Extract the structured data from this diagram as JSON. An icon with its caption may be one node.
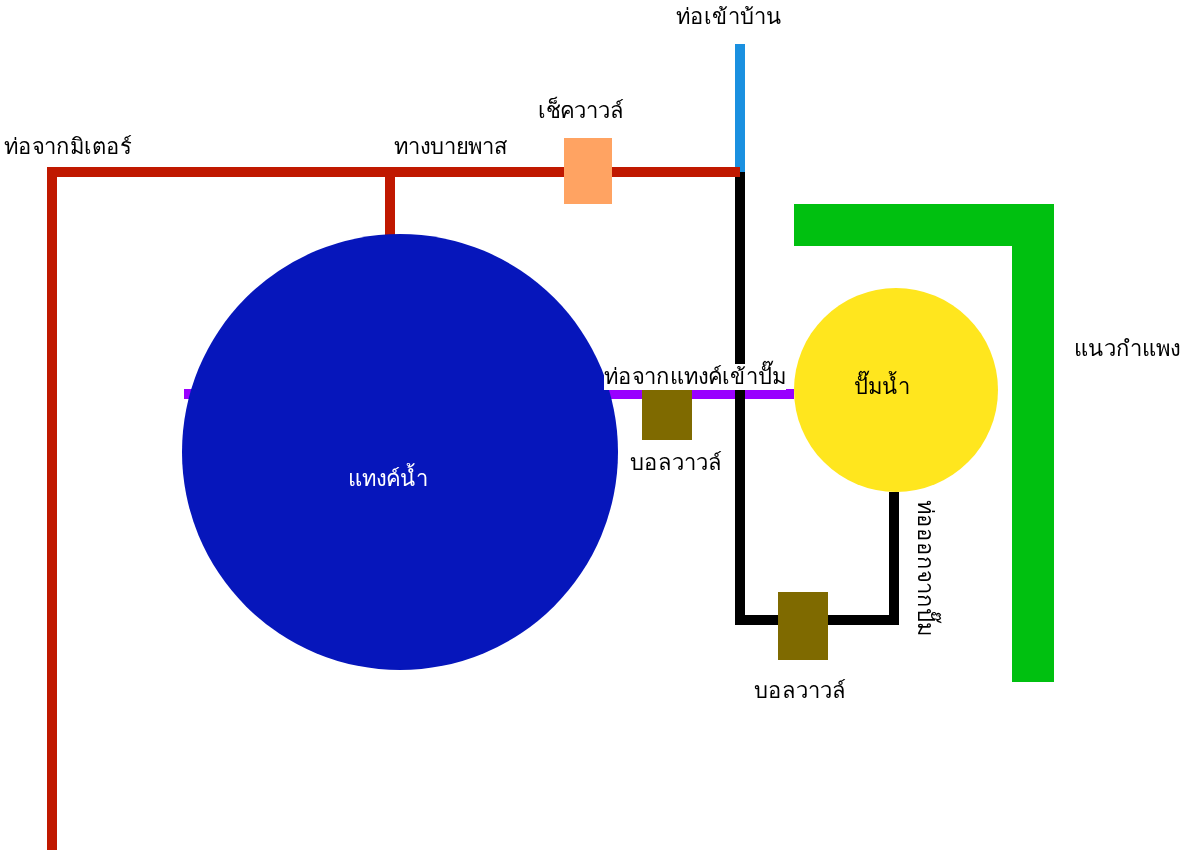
{
  "diagram": {
    "nodes": [
      {
        "text": [
          "เช็ควาวล์"
        ]
      },
      {
        "text": [
          "แทงค์น้ำ"
        ]
      },
      {
        "text": [
          "ปั๊มน้ำ"
        ]
      },
      {
        "text": [
          "บอลวาวล์"
        ]
      },
      {
        "text": [
          "บอลวาวล์"
        ]
      },
      {
        "text": [],
        "shape": "bar",
        "beside": [
          "แนวกำแพง"
        ]
      }
    ],
    "edges": [
      {
        "from": null,
        "to": 0,
        "arrow": "none",
        "label": "ท่อจากมิเตอร์",
        "color": "#c01800"
      },
      {
        "from": null,
        "to": 1,
        "arrow": "none",
        "label": "ทางบายพาส",
        "color": "#c01800"
      },
      {
        "from": 1,
        "to": 3,
        "arrow": "none",
        "color": "#9900ff"
      },
      {
        "from": 3,
        "to": 2,
        "arrow": "none",
        "label": "ท่อจากแทงค์เข้าปั๊ม",
        "color": "#9900ff"
      },
      {
        "from": 2,
        "to": 4,
        "arrow": "none",
        "label": "ท่อออกจากปั๊ม",
        "color": "#000000"
      },
      {
        "from": 4,
        "to": null,
        "arrow": "none",
        "color": "#000000"
      },
      {
        "from": 0,
        "to": null,
        "arrow": "none",
        "color": "#c01800"
      }
    ],
    "labels": [
      "ท่อเข้าบ้าน"
    ]
  }
}
